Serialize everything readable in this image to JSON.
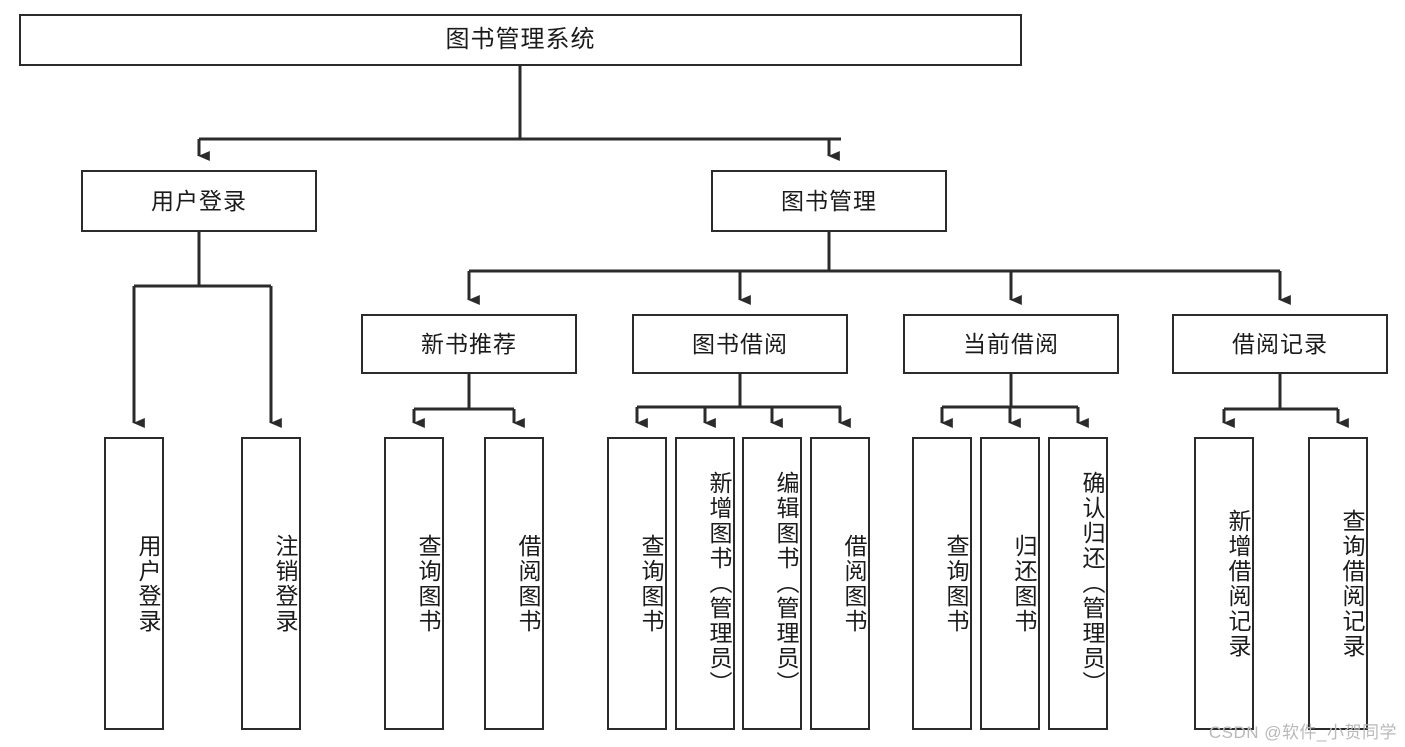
{
  "diagram": {
    "title": "图书管理系统",
    "type": "tree",
    "orientation": "top-down",
    "colors": {
      "box_border": "#2b2b2b",
      "box_fill": "#ffffff",
      "connector": "#2b2b2b",
      "text": "#1b1b1b",
      "watermark": "#b9b9b9",
      "background": "#ffffff"
    },
    "watermark": "CSDN @软件_小贺同学",
    "nodes": {
      "root": {
        "label": "图书管理系统",
        "level": 0
      },
      "user_login": {
        "label": "用户登录",
        "level": 1
      },
      "book_manage": {
        "label": "图书管理",
        "level": 1
      },
      "new_book_rec": {
        "label": "新书推荐",
        "level": 2
      },
      "book_borrow": {
        "label": "图书借阅",
        "level": 2
      },
      "current_borrow": {
        "label": "当前借阅",
        "level": 2
      },
      "borrow_record": {
        "label": "借阅记录",
        "level": 2
      },
      "leaf_user_login": {
        "label": "用户登录",
        "level": 3
      },
      "leaf_user_logout": {
        "label": "注销登录",
        "level": 3
      },
      "leaf_query_book_a": {
        "label": "查询图书",
        "level": 3
      },
      "leaf_borrow_book_a": {
        "label": "借阅图书",
        "level": 3
      },
      "leaf_query_book_b": {
        "label": "查询图书",
        "level": 3
      },
      "leaf_add_book": {
        "label": "新增图书（管理员）",
        "level": 3
      },
      "leaf_edit_book": {
        "label": "编辑图书（管理员）",
        "level": 3
      },
      "leaf_borrow_book_b": {
        "label": "借阅图书",
        "level": 3
      },
      "leaf_query_book_c": {
        "label": "查询图书",
        "level": 3
      },
      "leaf_return_book": {
        "label": "归还图书",
        "level": 3
      },
      "leaf_confirm_return": {
        "label": "确认归还（管理员）",
        "level": 3
      },
      "leaf_add_record": {
        "label": "新增借阅记录",
        "level": 3
      },
      "leaf_query_record": {
        "label": "查询借阅记录",
        "level": 3
      }
    },
    "edges": [
      {
        "from": "root",
        "to": "user_login"
      },
      {
        "from": "root",
        "to": "book_manage"
      },
      {
        "from": "user_login",
        "to": "leaf_user_login"
      },
      {
        "from": "user_login",
        "to": "leaf_user_logout"
      },
      {
        "from": "book_manage",
        "to": "new_book_rec"
      },
      {
        "from": "book_manage",
        "to": "book_borrow"
      },
      {
        "from": "book_manage",
        "to": "current_borrow"
      },
      {
        "from": "book_manage",
        "to": "borrow_record"
      },
      {
        "from": "new_book_rec",
        "to": "leaf_query_book_a"
      },
      {
        "from": "new_book_rec",
        "to": "leaf_borrow_book_a"
      },
      {
        "from": "book_borrow",
        "to": "leaf_query_book_b"
      },
      {
        "from": "book_borrow",
        "to": "leaf_add_book"
      },
      {
        "from": "book_borrow",
        "to": "leaf_edit_book"
      },
      {
        "from": "book_borrow",
        "to": "leaf_borrow_book_b"
      },
      {
        "from": "current_borrow",
        "to": "leaf_query_book_c"
      },
      {
        "from": "current_borrow",
        "to": "leaf_return_book"
      },
      {
        "from": "current_borrow",
        "to": "leaf_confirm_return"
      },
      {
        "from": "borrow_record",
        "to": "leaf_add_record"
      },
      {
        "from": "borrow_record",
        "to": "leaf_query_record"
      }
    ]
  }
}
